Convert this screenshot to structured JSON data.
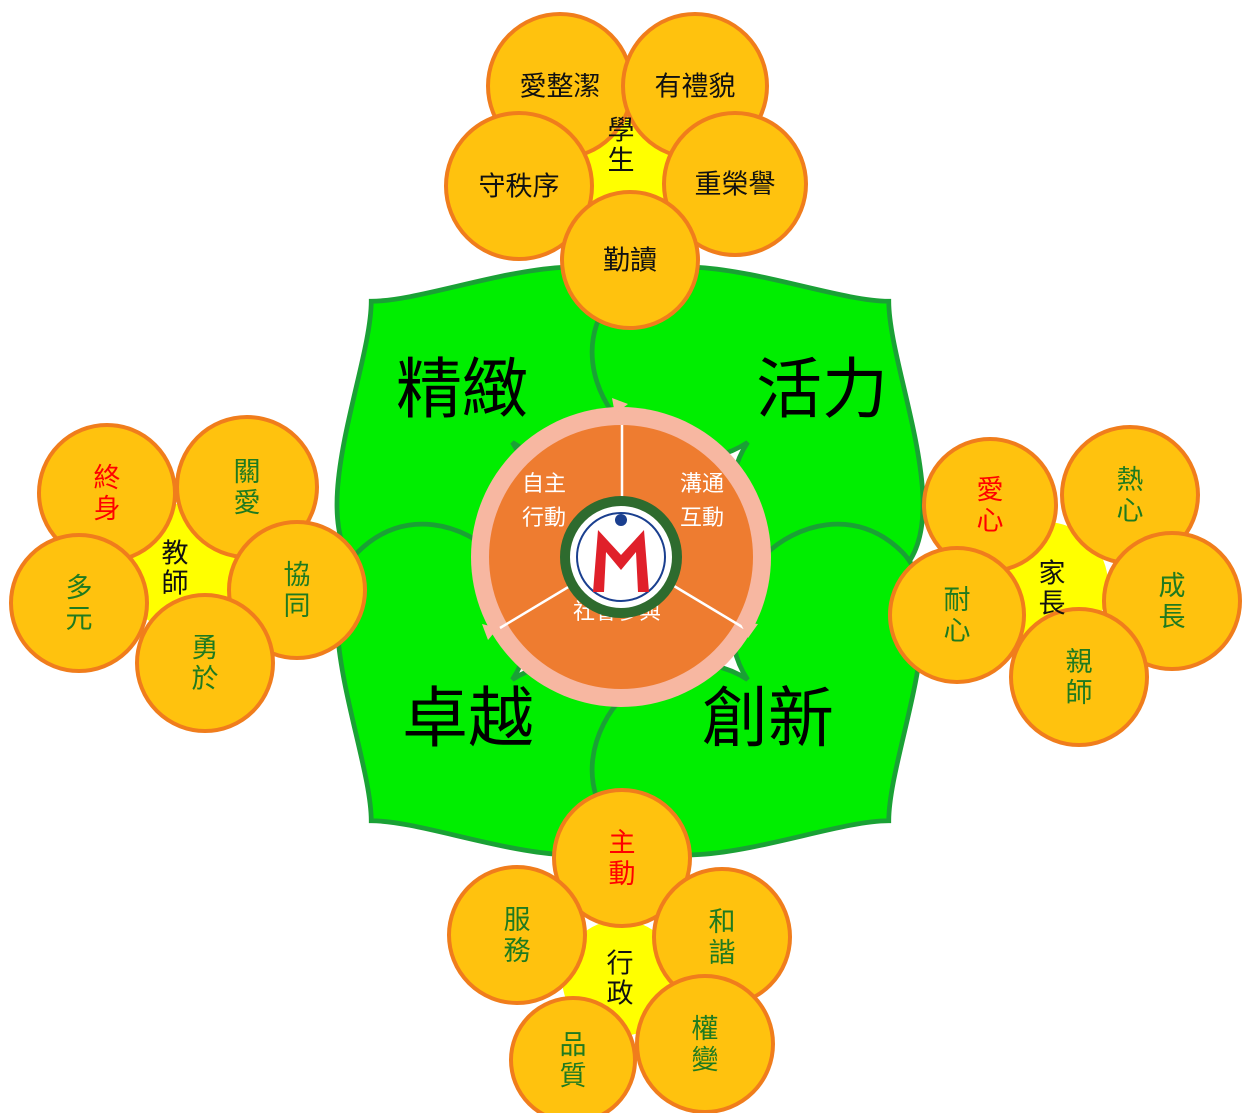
{
  "colors": {
    "leaf_fill": "#00ee00",
    "leaf_stroke": "#1aa135",
    "petal_fill": "#ffc20e",
    "petal_stroke": "#f07d1c",
    "flower_center": "#ffff00",
    "stem": "#f06a14",
    "hub_fill": "#ee7c30",
    "hub_ring": "#f7b7a1",
    "text_green": "#1f7a1f",
    "text_red": "#ff0000",
    "text_black": "#111111"
  },
  "leaves": [
    {
      "id": "top-left",
      "label": "精緻"
    },
    {
      "id": "top-right",
      "label": "活力"
    },
    {
      "id": "bottom-left",
      "label": "卓越"
    },
    {
      "id": "bottom-right",
      "label": "創新"
    }
  ],
  "hub": {
    "segments": [
      "自主\n行動",
      "溝通\n互動",
      "社會參與"
    ],
    "logo_icon": "school-logo-icon",
    "logo_glyph": "M"
  },
  "flowers": [
    {
      "id": "student",
      "center_label": "學\n生",
      "petals": [
        {
          "label": "愛整潔",
          "color": "black"
        },
        {
          "label": "有禮貌",
          "color": "black"
        },
        {
          "label": "守秩序",
          "color": "black"
        },
        {
          "label": "重榮譽",
          "color": "black"
        },
        {
          "label": "勤讀",
          "color": "black"
        }
      ]
    },
    {
      "id": "teacher",
      "center_label": "教\n師",
      "petals": [
        {
          "label": "終\n身",
          "color": "red"
        },
        {
          "label": "關\n愛",
          "color": "green"
        },
        {
          "label": "多\n元",
          "color": "green"
        },
        {
          "label": "協\n同",
          "color": "green"
        },
        {
          "label": "勇\n於",
          "color": "green"
        }
      ]
    },
    {
      "id": "parent",
      "center_label": "家\n長",
      "petals": [
        {
          "label": "愛\n心",
          "color": "red"
        },
        {
          "label": "熱\n心",
          "color": "green"
        },
        {
          "label": "耐\n心",
          "color": "green"
        },
        {
          "label": "成\n長",
          "color": "green"
        },
        {
          "label": "親\n師",
          "color": "green"
        }
      ]
    },
    {
      "id": "admin",
      "center_label": "行\n政",
      "petals": [
        {
          "label": "主\n動",
          "color": "red"
        },
        {
          "label": "服\n務",
          "color": "green"
        },
        {
          "label": "和\n諧",
          "color": "green"
        },
        {
          "label": "品\n質",
          "color": "green"
        },
        {
          "label": "權\n變",
          "color": "green"
        }
      ]
    }
  ]
}
